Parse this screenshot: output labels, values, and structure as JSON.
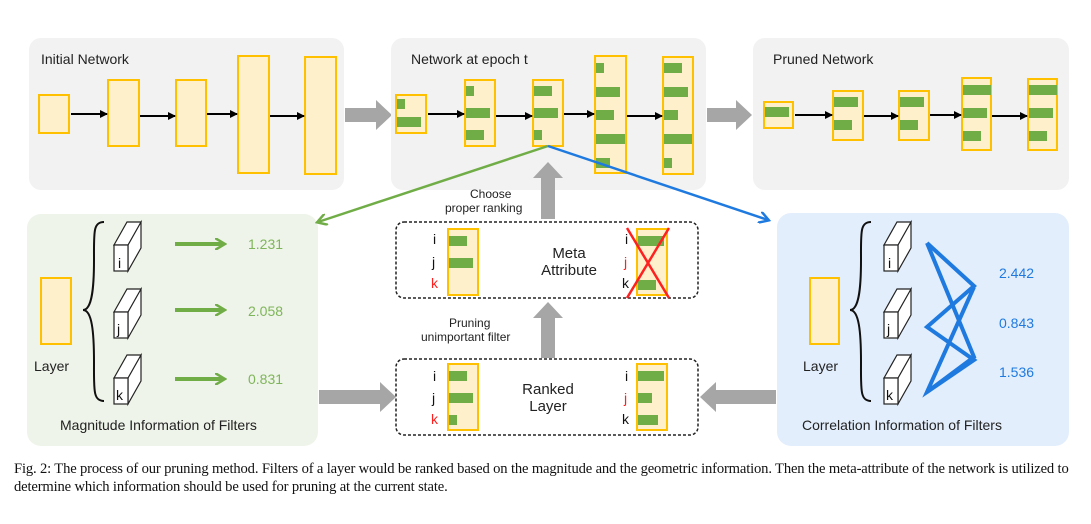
{
  "panels": {
    "initial": {
      "title": "Initial Network"
    },
    "epoch": {
      "title": "Network at epoch t"
    },
    "pruned": {
      "title": "Pruned Network"
    },
    "magnitude": {
      "title": "Magnitude Information of Filters",
      "layer_label": "Layer",
      "filters": [
        "i",
        "j",
        "k"
      ],
      "values": [
        "1.231",
        "2.058",
        "0.831"
      ]
    },
    "correlation": {
      "title": "Correlation Information of Filters",
      "layer_label": "Layer",
      "filters": [
        "i",
        "j",
        "k"
      ],
      "values": [
        "2.442",
        "0.843",
        "1.536"
      ]
    }
  },
  "center": {
    "choose_label": [
      "Choose",
      "proper ranking"
    ],
    "pruning_label": [
      "Pruning",
      "unimportant filter"
    ],
    "meta_box": {
      "title": [
        "Meta",
        "Attribute"
      ],
      "left_filters": [
        "i",
        "j",
        "k"
      ],
      "right_filters": [
        "i",
        "j",
        "k"
      ]
    },
    "ranked_box": {
      "title": [
        "Ranked",
        "Layer"
      ],
      "left_filters": [
        "i",
        "j",
        "k"
      ],
      "right_filters": [
        "i",
        "j",
        "k"
      ]
    }
  },
  "colors": {
    "panel_gray": "#f2f2f2",
    "panel_green": "#eef4e9",
    "panel_blue": "#e3eefc",
    "layer_fill": "#fff0cc",
    "layer_border": "#ffc000",
    "filter_bar": "#70ad47",
    "magnitude_text": "#7fb55a",
    "correlation_blue": "#1f7ae0",
    "pruned_red": "#ff2020",
    "arrow_gray": "#a6a6a6"
  },
  "caption": "Fig. 2: The process of our pruning method. Filters of a layer would be ranked based on the magnitude and the geometric information. Then the meta-attribute of the network is utilized to determine which information should be used for pruning at the current state."
}
